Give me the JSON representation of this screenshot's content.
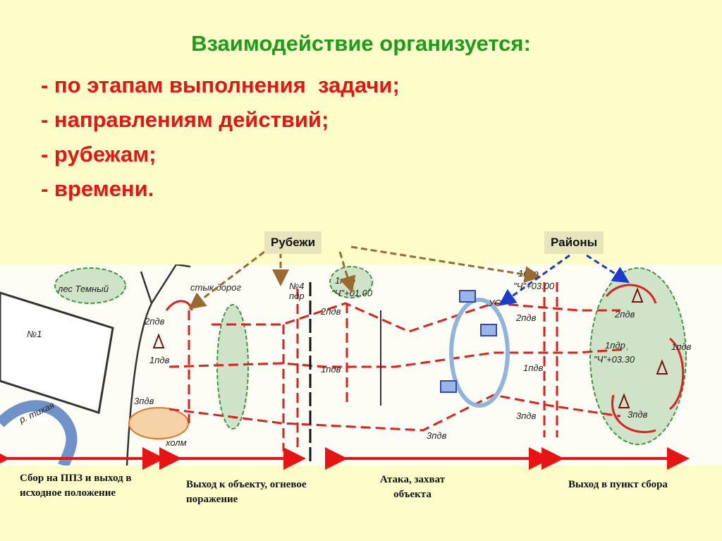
{
  "heading": "Взаимодействие организуется:",
  "items": [
    "- по этапам выполнения  задачи;",
    "- направлениям действий;",
    "- рубежам;",
    "- времени."
  ],
  "callouts": {
    "lines": "Рубежи",
    "areas": "Районы"
  },
  "map_labels": {
    "forest": "лес Темный",
    "junction": "стык дорог",
    "object": "№1",
    "l_2": "2пдв",
    "l_1": "1пдв",
    "l_3": "3пдв",
    "hill": "холм",
    "river": "р. тихая",
    "n4": "№4",
    "pdr": "пдр",
    "t1_top": "1пдр",
    "t1_bot": "\"Ч\"+01.00",
    "m_2": "2пдв",
    "m_1": "1пдв",
    "m_3": "3пдв",
    "uo": "УО",
    "t2_top": "1пдр",
    "t2_bot": "\"Ч\"+03.00",
    "r_2": "2пдв",
    "r_1": "1пдв",
    "r_3": "3пдв",
    "t3_top": "1пдр",
    "t3_bot": "\"Ч\"+03.30",
    "a_2": "2пдв",
    "a_1": "1пдв",
    "a_3": "3пдв"
  },
  "phases": [
    "Сбор на ППЗ и выход в исходное положение",
    "Выход к объекту, огневое поражение",
    "Атака, захват объекта",
    "Выход в пункт сбора"
  ],
  "colors": {
    "heading": "#1a9e1a",
    "items": "#e81414",
    "arrow": "#e81414",
    "brown": "#9a6a30",
    "blue": "#1a3ad0"
  }
}
